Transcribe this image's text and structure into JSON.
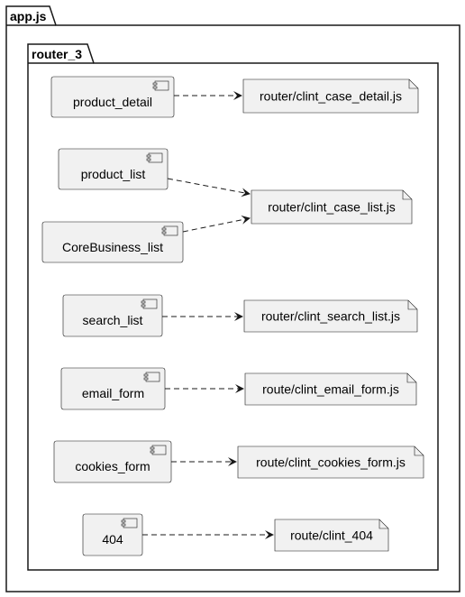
{
  "packages": {
    "outer": {
      "label": "app.js"
    },
    "inner": {
      "label": "router_3"
    }
  },
  "components": [
    {
      "id": "c1",
      "label": "product_detail"
    },
    {
      "id": "c2",
      "label": "product_list"
    },
    {
      "id": "c3",
      "label": "CoreBusiness_list"
    },
    {
      "id": "c4",
      "label": "search_list"
    },
    {
      "id": "c5",
      "label": "email_form"
    },
    {
      "id": "c6",
      "label": "cookies_form"
    },
    {
      "id": "c7",
      "label": "404"
    }
  ],
  "files": [
    {
      "id": "f1",
      "label": "router/clint_case_detail.js"
    },
    {
      "id": "f2",
      "label": "router/clint_case_list.js"
    },
    {
      "id": "f3",
      "label": "router/clint_search_list.js"
    },
    {
      "id": "f4",
      "label": "route/clint_email_form.js"
    },
    {
      "id": "f5",
      "label": "route/clint_cookies_form.js"
    },
    {
      "id": "f6",
      "label": "route/clint_404"
    }
  ],
  "links": [
    {
      "from": "c1",
      "to": "f1"
    },
    {
      "from": "c2",
      "to": "f2"
    },
    {
      "from": "c3",
      "to": "f2"
    },
    {
      "from": "c4",
      "to": "f3"
    },
    {
      "from": "c5",
      "to": "f4"
    },
    {
      "from": "c6",
      "to": "f5"
    },
    {
      "from": "c7",
      "to": "f6"
    }
  ],
  "colors": {
    "fill": "#f1f1f1",
    "stroke": "#181818",
    "background": "#ffffff"
  }
}
